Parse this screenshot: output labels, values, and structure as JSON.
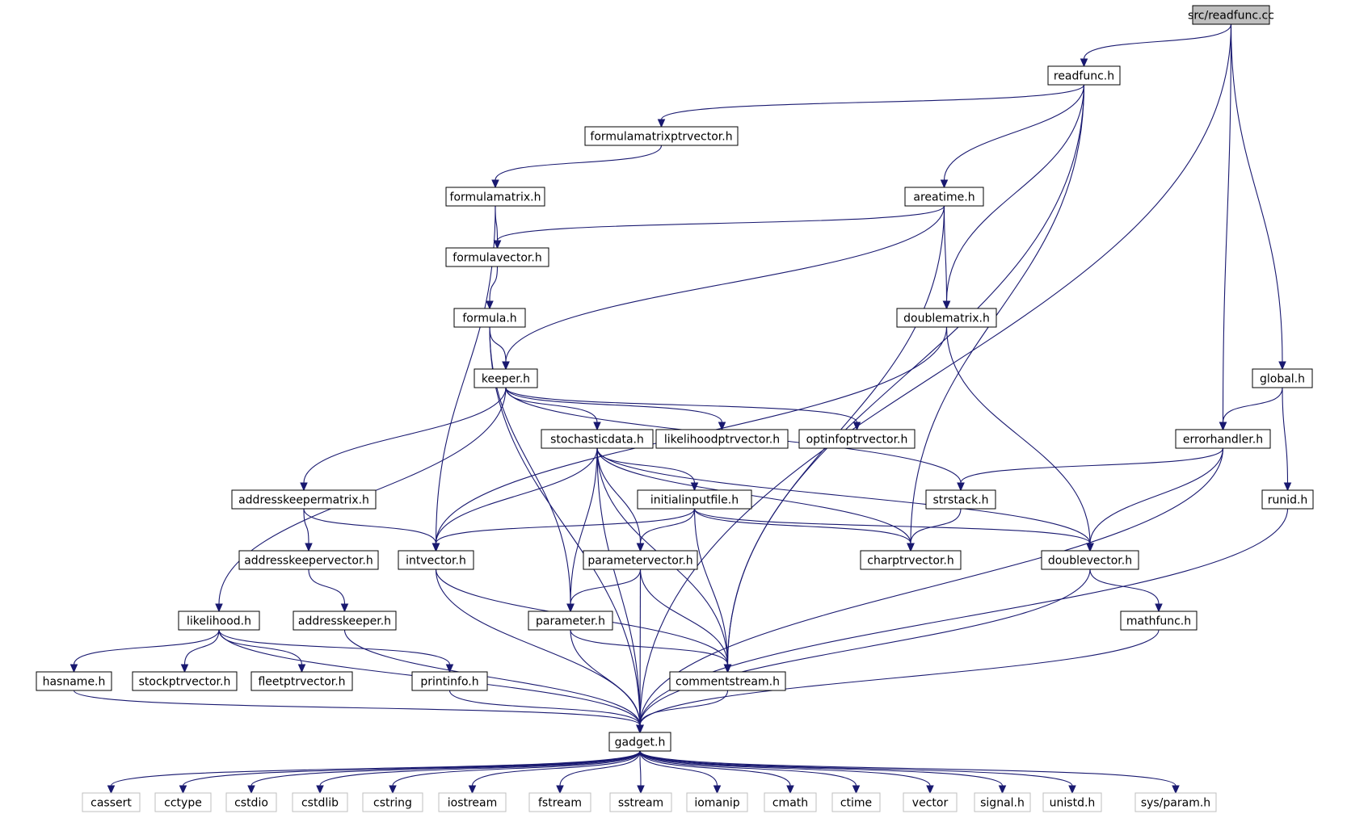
{
  "colors": {
    "edge": "#191970",
    "root_fill": "#bfbfbf",
    "node_border": "#000000",
    "system_border": "#bfbfbf"
  },
  "nodes": [
    {
      "id": "n_readfunc_cc",
      "label": "src/readfunc.cc",
      "kind": "root"
    },
    {
      "id": "n_readfunc_h",
      "label": "readfunc.h"
    },
    {
      "id": "n_formulamatrixptrvector",
      "label": "formulamatrixptrvector.h"
    },
    {
      "id": "n_formulamatrix",
      "label": "formulamatrix.h"
    },
    {
      "id": "n_areatime",
      "label": "areatime.h"
    },
    {
      "id": "n_formulavector",
      "label": "formulavector.h"
    },
    {
      "id": "n_formula",
      "label": "formula.h"
    },
    {
      "id": "n_doublematrix",
      "label": "doublematrix.h"
    },
    {
      "id": "n_keeper",
      "label": "keeper.h"
    },
    {
      "id": "n_global",
      "label": "global.h"
    },
    {
      "id": "n_stochasticdata",
      "label": "stochasticdata.h"
    },
    {
      "id": "n_likelihoodptrvector",
      "label": "likelihoodptrvector.h"
    },
    {
      "id": "n_optinfoptrvector",
      "label": "optinfoptrvector.h"
    },
    {
      "id": "n_errorhandler",
      "label": "errorhandler.h"
    },
    {
      "id": "n_addresskeepermatrix",
      "label": "addresskeepermatrix.h"
    },
    {
      "id": "n_initialinputfile",
      "label": "initialinputfile.h"
    },
    {
      "id": "n_strstack",
      "label": "strstack.h"
    },
    {
      "id": "n_runid",
      "label": "runid.h"
    },
    {
      "id": "n_addresskeepervector",
      "label": "addresskeepervector.h"
    },
    {
      "id": "n_intvector",
      "label": "intvector.h"
    },
    {
      "id": "n_parametervector",
      "label": "parametervector.h"
    },
    {
      "id": "n_charptrvector",
      "label": "charptrvector.h"
    },
    {
      "id": "n_doublevector",
      "label": "doublevector.h"
    },
    {
      "id": "n_likelihood",
      "label": "likelihood.h"
    },
    {
      "id": "n_addresskeeper",
      "label": "addresskeeper.h"
    },
    {
      "id": "n_parameter",
      "label": "parameter.h"
    },
    {
      "id": "n_mathfunc",
      "label": "mathfunc.h"
    },
    {
      "id": "n_hasname",
      "label": "hasname.h"
    },
    {
      "id": "n_stockptrvector",
      "label": "stockptrvector.h"
    },
    {
      "id": "n_fleetptrvector",
      "label": "fleetptrvector.h"
    },
    {
      "id": "n_printinfo",
      "label": "printinfo.h"
    },
    {
      "id": "n_commentstream",
      "label": "commentstream.h"
    },
    {
      "id": "n_gadget",
      "label": "gadget.h"
    },
    {
      "id": "n_cassert",
      "label": "cassert",
      "kind": "system"
    },
    {
      "id": "n_cctype",
      "label": "cctype",
      "kind": "system"
    },
    {
      "id": "n_cstdio",
      "label": "cstdio",
      "kind": "system"
    },
    {
      "id": "n_cstdlib",
      "label": "cstdlib",
      "kind": "system"
    },
    {
      "id": "n_cstring",
      "label": "cstring",
      "kind": "system"
    },
    {
      "id": "n_iostream",
      "label": "iostream",
      "kind": "system"
    },
    {
      "id": "n_fstream",
      "label": "fstream",
      "kind": "system"
    },
    {
      "id": "n_sstream",
      "label": "sstream",
      "kind": "system"
    },
    {
      "id": "n_iomanip",
      "label": "iomanip",
      "kind": "system"
    },
    {
      "id": "n_cmath",
      "label": "cmath",
      "kind": "system"
    },
    {
      "id": "n_ctime",
      "label": "ctime",
      "kind": "system"
    },
    {
      "id": "n_vector",
      "label": "vector",
      "kind": "system"
    },
    {
      "id": "n_signal",
      "label": "signal.h",
      "kind": "system"
    },
    {
      "id": "n_unistd",
      "label": "unistd.h",
      "kind": "system"
    },
    {
      "id": "n_sysparam",
      "label": "sys/param.h",
      "kind": "system"
    }
  ],
  "edges": [
    [
      "n_readfunc_cc",
      "n_readfunc_h"
    ],
    [
      "n_readfunc_cc",
      "n_errorhandler"
    ],
    [
      "n_readfunc_cc",
      "n_global"
    ],
    [
      "n_readfunc_cc",
      "n_gadget"
    ],
    [
      "n_readfunc_h",
      "n_formulamatrixptrvector"
    ],
    [
      "n_readfunc_h",
      "n_areatime"
    ],
    [
      "n_readfunc_h",
      "n_doublematrix"
    ],
    [
      "n_readfunc_h",
      "n_charptrvector"
    ],
    [
      "n_readfunc_h",
      "n_commentstream"
    ],
    [
      "n_formulamatrixptrvector",
      "n_formulamatrix"
    ],
    [
      "n_formulamatrix",
      "n_formulavector"
    ],
    [
      "n_formulamatrix",
      "n_intvector"
    ],
    [
      "n_areatime",
      "n_formulavector"
    ],
    [
      "n_areatime",
      "n_keeper"
    ],
    [
      "n_areatime",
      "n_doublematrix"
    ],
    [
      "n_areatime",
      "n_commentstream"
    ],
    [
      "n_formulavector",
      "n_formula"
    ],
    [
      "n_formula",
      "n_keeper"
    ],
    [
      "n_formula",
      "n_parameter"
    ],
    [
      "n_formula",
      "n_gadget"
    ],
    [
      "n_doublematrix",
      "n_intvector"
    ],
    [
      "n_doublematrix",
      "n_doublevector"
    ],
    [
      "n_keeper",
      "n_stochasticdata"
    ],
    [
      "n_keeper",
      "n_likelihoodptrvector"
    ],
    [
      "n_keeper",
      "n_optinfoptrvector"
    ],
    [
      "n_keeper",
      "n_addresskeepermatrix"
    ],
    [
      "n_keeper",
      "n_strstack"
    ],
    [
      "n_keeper",
      "n_likelihood"
    ],
    [
      "n_global",
      "n_errorhandler"
    ],
    [
      "n_global",
      "n_runid"
    ],
    [
      "n_errorhandler",
      "n_strstack"
    ],
    [
      "n_errorhandler",
      "n_doublevector"
    ],
    [
      "n_errorhandler",
      "n_gadget"
    ],
    [
      "n_stochasticdata",
      "n_initialinputfile"
    ],
    [
      "n_stochasticdata",
      "n_intvector"
    ],
    [
      "n_stochasticdata",
      "n_parametervector"
    ],
    [
      "n_stochasticdata",
      "n_parameter"
    ],
    [
      "n_stochasticdata",
      "n_charptrvector"
    ],
    [
      "n_stochasticdata",
      "n_doublevector"
    ],
    [
      "n_stochasticdata",
      "n_commentstream"
    ],
    [
      "n_stochasticdata",
      "n_gadget"
    ],
    [
      "n_addresskeepermatrix",
      "n_addresskeepervector"
    ],
    [
      "n_addresskeepermatrix",
      "n_intvector"
    ],
    [
      "n_initialinputfile",
      "n_intvector"
    ],
    [
      "n_initialinputfile",
      "n_parametervector"
    ],
    [
      "n_initialinputfile",
      "n_charptrvector"
    ],
    [
      "n_initialinputfile",
      "n_doublevector"
    ],
    [
      "n_initialinputfile",
      "n_commentstream"
    ],
    [
      "n_strstack",
      "n_charptrvector"
    ],
    [
      "n_runid",
      "n_gadget"
    ],
    [
      "n_addresskeepervector",
      "n_addresskeeper"
    ],
    [
      "n_intvector",
      "n_commentstream"
    ],
    [
      "n_intvector",
      "n_gadget"
    ],
    [
      "n_parametervector",
      "n_parameter"
    ],
    [
      "n_parametervector",
      "n_commentstream"
    ],
    [
      "n_parametervector",
      "n_gadget"
    ],
    [
      "n_doublevector",
      "n_mathfunc"
    ],
    [
      "n_doublevector",
      "n_gadget"
    ],
    [
      "n_likelihood",
      "n_hasname"
    ],
    [
      "n_likelihood",
      "n_stockptrvector"
    ],
    [
      "n_likelihood",
      "n_fleetptrvector"
    ],
    [
      "n_likelihood",
      "n_printinfo"
    ],
    [
      "n_likelihood",
      "n_gadget"
    ],
    [
      "n_addresskeeper",
      "n_gadget"
    ],
    [
      "n_parameter",
      "n_commentstream"
    ],
    [
      "n_parameter",
      "n_gadget"
    ],
    [
      "n_mathfunc",
      "n_gadget"
    ],
    [
      "n_hasname",
      "n_gadget"
    ],
    [
      "n_printinfo",
      "n_gadget"
    ],
    [
      "n_commentstream",
      "n_gadget"
    ],
    [
      "n_gadget",
      "n_cassert"
    ],
    [
      "n_gadget",
      "n_cctype"
    ],
    [
      "n_gadget",
      "n_cstdio"
    ],
    [
      "n_gadget",
      "n_cstdlib"
    ],
    [
      "n_gadget",
      "n_cstring"
    ],
    [
      "n_gadget",
      "n_iostream"
    ],
    [
      "n_gadget",
      "n_fstream"
    ],
    [
      "n_gadget",
      "n_sstream"
    ],
    [
      "n_gadget",
      "n_iomanip"
    ],
    [
      "n_gadget",
      "n_cmath"
    ],
    [
      "n_gadget",
      "n_ctime"
    ],
    [
      "n_gadget",
      "n_vector"
    ],
    [
      "n_gadget",
      "n_signal"
    ],
    [
      "n_gadget",
      "n_unistd"
    ],
    [
      "n_gadget",
      "n_sysparam"
    ]
  ]
}
